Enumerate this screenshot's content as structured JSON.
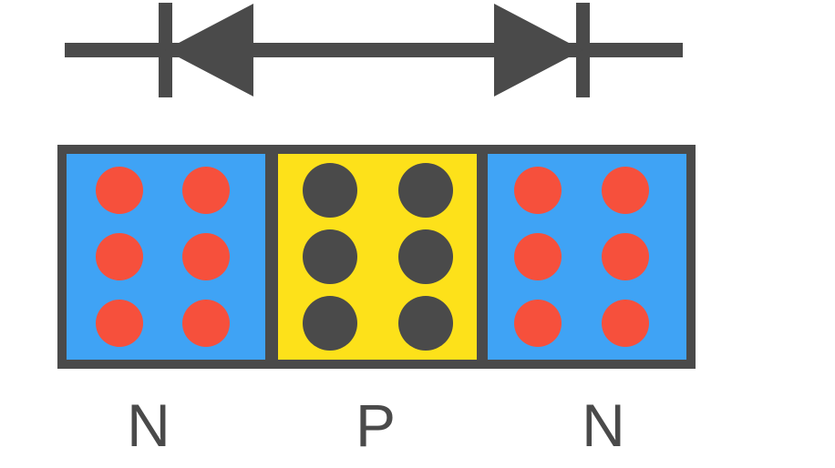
{
  "colors": {
    "outline": "#4a4a4a",
    "n_region_fill": "#3fa3f5",
    "p_region_fill": "#fde11a",
    "n_carrier": "#f6503c",
    "p_carrier": "#4a4a4a",
    "background": "#ffffff"
  },
  "icons": {
    "left_symbol": "diode-icon-left",
    "right_symbol": "diode-icon-right"
  },
  "regions": [
    {
      "id": "n-left",
      "type": "N",
      "label": "N",
      "carrier_rows": 3,
      "carrier_cols": 2
    },
    {
      "id": "p-middle",
      "type": "P",
      "label": "P",
      "carrier_rows": 3,
      "carrier_cols": 2
    },
    {
      "id": "n-right",
      "type": "N",
      "label": "N",
      "carrier_rows": 3,
      "carrier_cols": 2
    }
  ]
}
